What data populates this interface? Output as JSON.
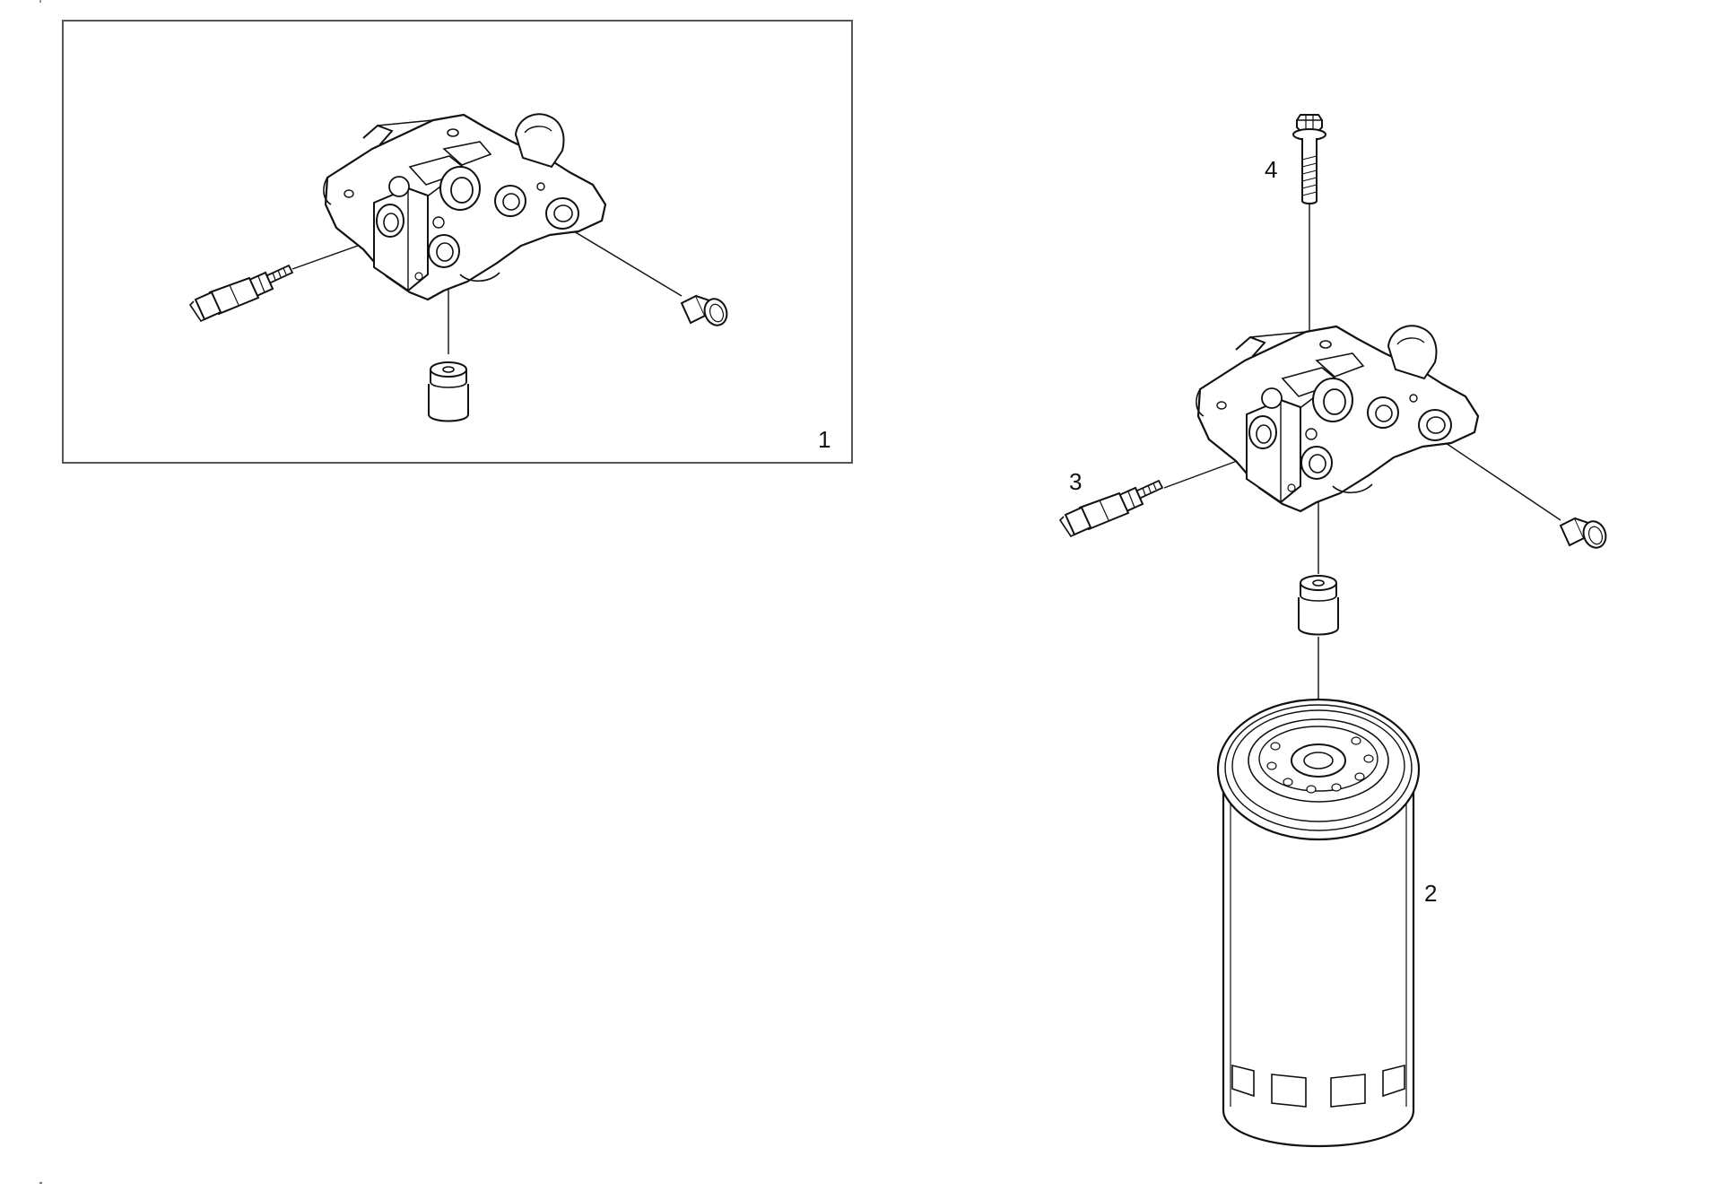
{
  "diagram": {
    "type": "exploded-parts-view",
    "colors": {
      "line": "#111111",
      "background": "#ffffff",
      "frame": "#555555"
    },
    "callouts": {
      "inset_assembly": "1",
      "filter_cartridge": "2",
      "temperature_sensor": "3",
      "mounting_bolt": "4"
    },
    "parts": [
      {
        "id": "inset_assembly",
        "icon": "filter-head-assembly-icon"
      },
      {
        "id": "filter_cartridge",
        "icon": "oil-filter-cartridge-icon"
      },
      {
        "id": "temperature_sensor",
        "icon": "sensor-icon"
      },
      {
        "id": "mounting_bolt",
        "icon": "bolt-icon"
      },
      {
        "id": "filter_head",
        "icon": "filter-head-icon"
      },
      {
        "id": "plug",
        "icon": "plug-icon"
      },
      {
        "id": "nipple",
        "icon": "threaded-nipple-icon"
      }
    ]
  }
}
